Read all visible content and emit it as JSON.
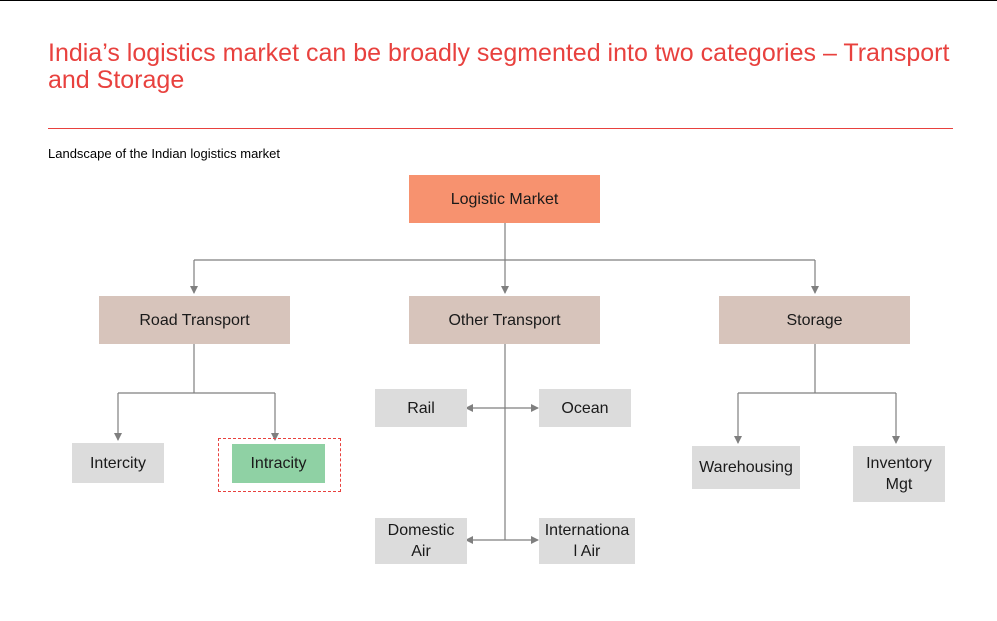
{
  "page": {
    "title": "India’s logistics market can be broadly segmented into two categories – Transport and Storage",
    "subtitle": "Landscape of the Indian logistics market"
  },
  "diagram": {
    "root": "Logistic Market",
    "categories": {
      "road": "Road Transport",
      "other": "Other Transport",
      "storage": "Storage"
    },
    "road_children": {
      "intercity": "Intercity",
      "intracity": "Intracity"
    },
    "other_children": {
      "rail": "Rail",
      "ocean": "Ocean",
      "domestic_air": "Domestic Air",
      "international_air": "International Air"
    },
    "storage_children": {
      "warehousing": "Warehousing",
      "inventory": "Inventory Mgt"
    },
    "colors": {
      "title": "#e8413e",
      "root": "#f7926f",
      "category": "#d7c4bb",
      "leaf": "#dcdcdc",
      "highlight": "#8fd1a4",
      "highlight_frame": "#e8413e"
    }
  }
}
